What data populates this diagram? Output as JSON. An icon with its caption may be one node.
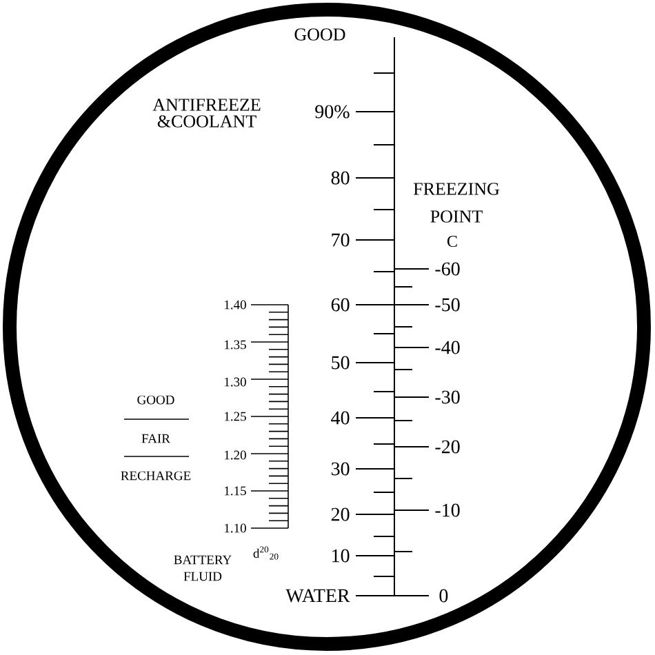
{
  "diagram": {
    "labels": [
      "GOOD",
      "ANTIFREEZE &COOLANT",
      "90%",
      "80",
      "FREEZING",
      "POINT",
      "70",
      "C",
      "-60",
      "1.40",
      "60",
      "-50",
      "1.35",
      "-40",
      "50",
      "1.30",
      "-30",
      "GOOD",
      "1.25",
      "40",
      "FAIR",
      "-20",
      "1.20",
      "30",
      "RECHARGE",
      "1.15",
      "20",
      "-10",
      "1.10",
      "d$^{20}$$_{20}$",
      "10",
      "BATTERY FLUID",
      "WATER",
      "0"
    ]
  }
}
